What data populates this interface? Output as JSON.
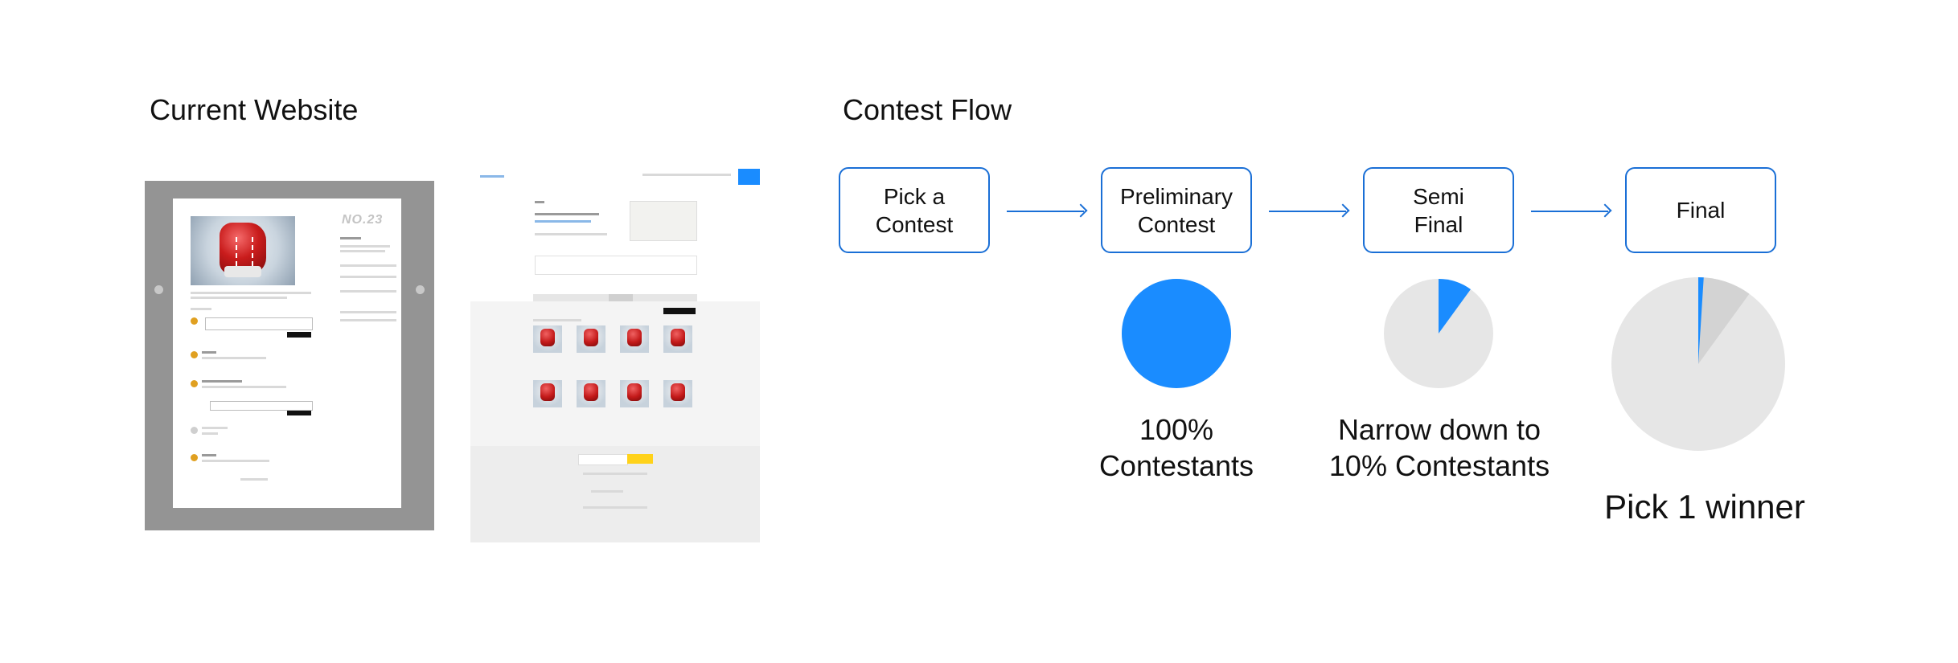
{
  "sections": {
    "left_title": "Current Website",
    "right_title": "Contest Flow"
  },
  "mockup1": {
    "badge": "NO.23"
  },
  "flow": {
    "steps": [
      {
        "label": "Pick a\nContest"
      },
      {
        "label": "Preliminary\nContest"
      },
      {
        "label": "Semi\nFinal"
      },
      {
        "label": "Final"
      }
    ],
    "stages": [
      {
        "caption": "100%\nContestants",
        "selected_fraction": 1.0
      },
      {
        "caption": "Narrow down to\n10% Contestants",
        "selected_fraction": 0.1
      },
      {
        "caption": "Pick 1 winner",
        "selected_fraction": 0.01,
        "previous_fraction": 0.1
      }
    ]
  },
  "colors": {
    "accent": "#1a8cff",
    "box_border": "#1a6fd6",
    "pie_rest": "#e6e6e6",
    "pie_previous": "#d3d3d3"
  }
}
